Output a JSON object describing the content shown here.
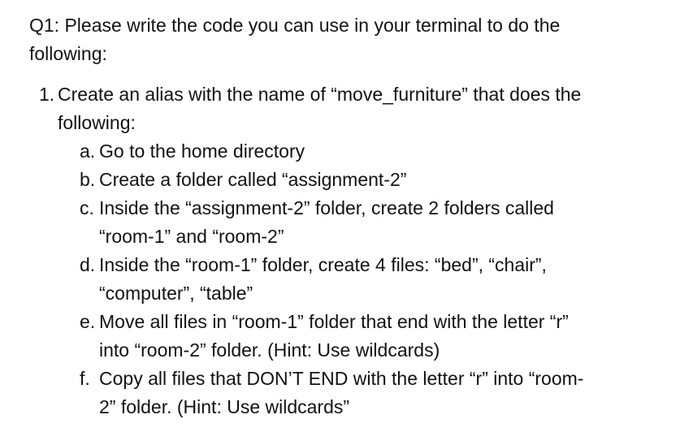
{
  "page": {
    "background_color": "#ffffff",
    "text_color": "#121212"
  },
  "document": {
    "intro": {
      "lines": [
        "Q1: Please write the code you can use in your terminal to do the",
        "following:"
      ]
    },
    "items": [
      {
        "marker": "1.",
        "lines": [
          "Create an alias with the name of “move_furniture” that does the",
          "following:"
        ],
        "steps": [
          {
            "marker": "a.",
            "lines": [
              "Go to the home directory"
            ]
          },
          {
            "marker": "b.",
            "lines": [
              "Create a folder called “assignment-2”"
            ]
          },
          {
            "marker": "c.",
            "lines": [
              "Inside the “assignment-2” folder, create 2 folders called",
              "“room-1” and “room-2”"
            ]
          },
          {
            "marker": "d.",
            "lines": [
              "Inside the “room-1” folder, create 4 files: “bed”, “chair”,",
              "“computer”, “table”"
            ]
          },
          {
            "marker": "e.",
            "lines": [
              "Move all files in “room-1” folder that end with the letter “r”",
              "into “room-2” folder. (Hint: Use wildcards)"
            ]
          },
          {
            "marker": "f.",
            "lines": [
              "Copy all files that DON’T END with the letter “r” into “room-",
              "2” folder. (Hint: Use wildcards”"
            ]
          }
        ]
      }
    ]
  }
}
